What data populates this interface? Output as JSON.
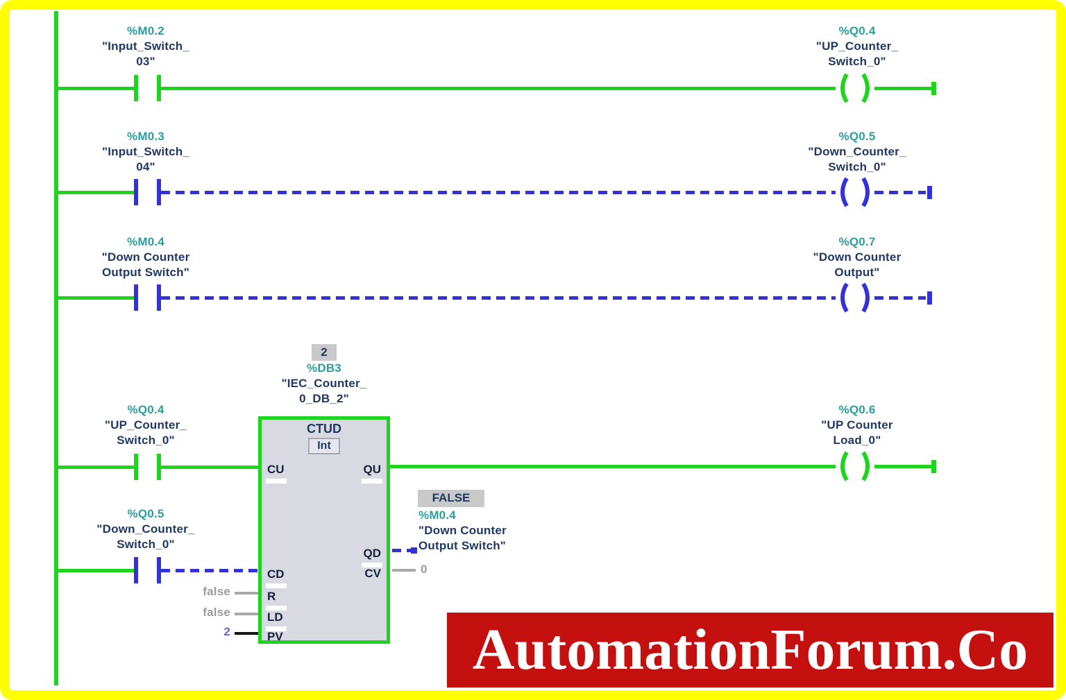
{
  "colors": {
    "rail_green": "#1ed41e",
    "wire_blue": "#3232d8",
    "address_teal": "#2a9d9f",
    "name_navy": "#1f3864",
    "value_gray": "#9b9b9b",
    "value_blue": "#5a6ed0",
    "block_fill": "#d9d9e2",
    "state_box_gray": "#c9c9c9",
    "banner_red": "#c51010",
    "frame_yellow": "#ffff00"
  },
  "rungs": [
    {
      "contact": {
        "address": "%M0.2",
        "name1": "\"Input_Switch_",
        "name2": "03\""
      },
      "coil": {
        "address": "%Q0.4",
        "name1": "\"UP_Counter_",
        "name2": "Switch_0\""
      }
    },
    {
      "contact": {
        "address": "%M0.3",
        "name1": "\"Input_Switch_",
        "name2": "04\""
      },
      "coil": {
        "address": "%Q0.5",
        "name1": "\"Down_Counter_",
        "name2": "Switch_0\""
      }
    },
    {
      "contact": {
        "address": "%M0.4",
        "name1": "\"Down Counter",
        "name2": "Output Switch\""
      },
      "coil": {
        "address": "%Q0.7",
        "name1": "\"Down Counter",
        "name2": "Output\""
      }
    }
  ],
  "counter": {
    "badge": "2",
    "db_address": "%DB3",
    "db_name1": "\"IEC_Counter_",
    "db_name2": "0_DB_2\"",
    "block_type": "CTUD",
    "data_type": "Int",
    "pins": {
      "cu": "CU",
      "cd": "CD",
      "r": "R",
      "ld": "LD",
      "pv": "PV",
      "qu": "QU",
      "qd": "QD",
      "cv": "CV"
    },
    "cu_contact": {
      "address": "%Q0.4",
      "name1": "\"UP_Counter_",
      "name2": "Switch_0\""
    },
    "cd_contact": {
      "address": "%Q0.5",
      "name1": "\"Down_Counter_",
      "name2": "Switch_0\""
    },
    "r_value": "false",
    "ld_value": "false",
    "pv_value": "2",
    "cv_value": "0",
    "qu_coil": {
      "address": "%Q0.6",
      "name1": "\"UP Counter",
      "name2": "Load_0\""
    },
    "qd_target": {
      "state": "FALSE",
      "address": "%M0.4",
      "name1": "\"Down Counter",
      "name2": "Output Switch\""
    }
  },
  "watermark": "AutomationForum.Co"
}
